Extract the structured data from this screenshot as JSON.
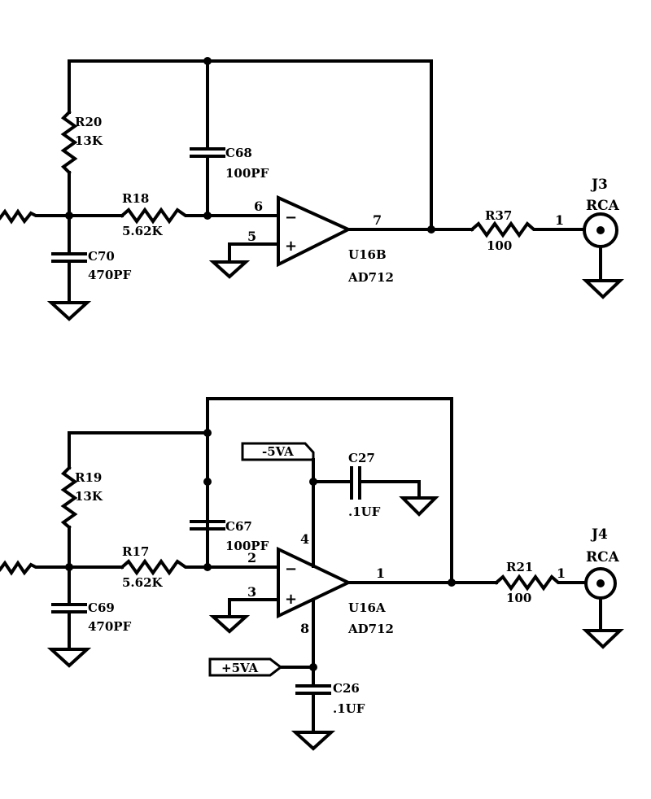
{
  "top": {
    "r20": {
      "ref": "R20",
      "value": "13K"
    },
    "c68": {
      "ref": "C68",
      "value": "100PF"
    },
    "r18": {
      "ref": "R18",
      "value": "5.62K"
    },
    "c70": {
      "ref": "C70",
      "value": "470PF"
    },
    "opamp": {
      "ref": "U16B",
      "part": "AD712",
      "pin_inv": "6",
      "pin_noninv": "5",
      "pin_out": "7"
    },
    "r37": {
      "ref": "R37",
      "value": "100",
      "pin": "1"
    },
    "jack": {
      "ref": "J3",
      "type": "RCA"
    }
  },
  "bottom": {
    "r19": {
      "ref": "R19",
      "value": "13K"
    },
    "c67": {
      "ref": "C67",
      "value": "100PF"
    },
    "r17": {
      "ref": "R17",
      "value": "5.62K"
    },
    "c69": {
      "ref": "C69",
      "value": "470PF"
    },
    "opamp": {
      "ref": "U16A",
      "part": "AD712",
      "pin_inv": "2",
      "pin_noninv": "3",
      "pin_out": "1",
      "pin_vneg": "4",
      "pin_vpos": "8"
    },
    "neg_supply": "-5VA",
    "pos_supply": "+5VA",
    "c27": {
      "ref": "C27",
      "value": ".1UF"
    },
    "c26": {
      "ref": "C26",
      "value": ".1UF"
    },
    "r21": {
      "ref": "R21",
      "value": "100",
      "pin": "1"
    },
    "jack": {
      "ref": "J4",
      "type": "RCA"
    }
  },
  "signs": {
    "minus": "−",
    "plus": "+"
  }
}
